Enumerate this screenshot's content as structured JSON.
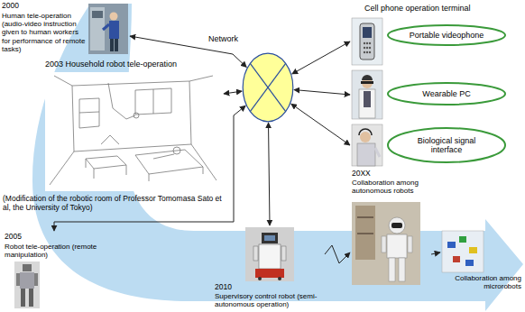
{
  "diagram": {
    "nodes": [
      {
        "text": [
          "2000",
          "Human tele-operation (audio-video instruction given to human workers for performance of remote tasks)"
        ]
      },
      {
        "text": [
          "Network"
        ]
      },
      {
        "text": [
          "Portable videophone"
        ]
      },
      {
        "text": [
          "Wearable PC"
        ]
      },
      {
        "text": [
          "Biological signal interface"
        ]
      },
      {
        "text": [
          "2003 Household robot tele-operation"
        ]
      },
      {
        "text": [
          "2005",
          "Robot tele-operation (remote manipulation)"
        ]
      },
      {
        "text": [
          "2010",
          "Supervisory control robot (semi-autonomous operation)"
        ]
      },
      {
        "text": [
          "20XX",
          "Collaboration among autonomous robots"
        ]
      },
      {
        "text": [
          "Collaboration among microrobots"
        ]
      }
    ],
    "edges": [
      {
        "from": 1,
        "to": 0,
        "arrow": "both"
      },
      {
        "from": 1,
        "to": 2,
        "arrow": "both"
      },
      {
        "from": 1,
        "to": 3,
        "arrow": "both"
      },
      {
        "from": 1,
        "to": 4,
        "arrow": "both"
      },
      {
        "from": 1,
        "to": 5,
        "arrow": "both"
      },
      {
        "from": 1,
        "to": 6,
        "arrow": "both"
      },
      {
        "from": 1,
        "to": 7,
        "arrow": "both"
      },
      {
        "from": 7,
        "to": 8,
        "arrow": "to"
      },
      {
        "from": 8,
        "to": 9,
        "arrow": "to"
      }
    ],
    "labels": [
      "Cell phone operation terminal",
      "(Modification of the robotic room of Professor Tomomasa Sato et al, the University of Tokyo)"
    ]
  }
}
